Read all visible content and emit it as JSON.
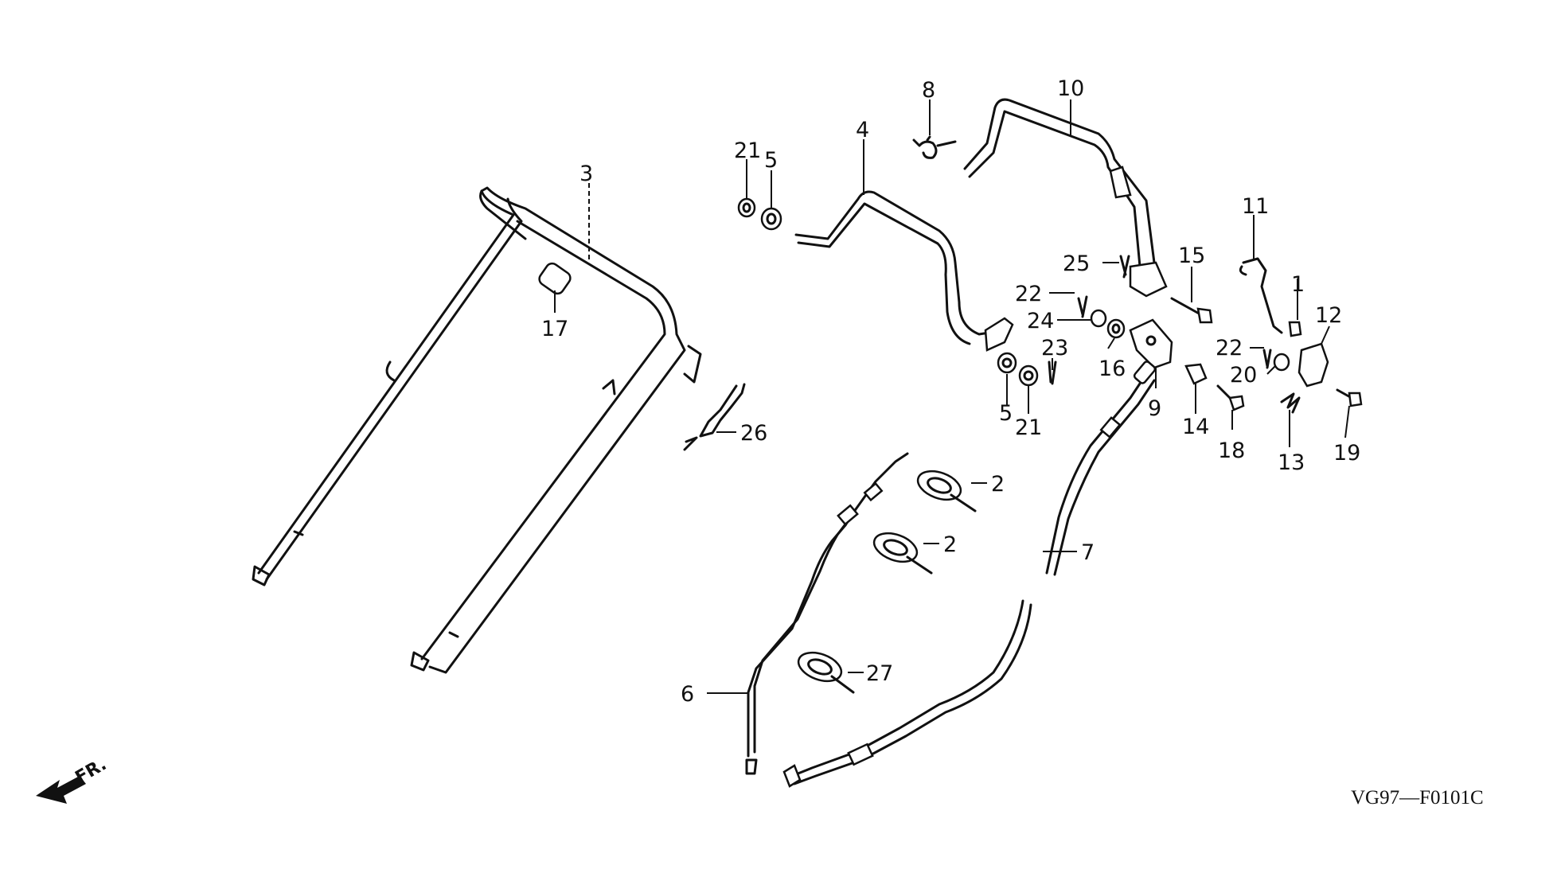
{
  "diagram_code": "VG97—F0101C",
  "front_marker": "FR.",
  "callouts": {
    "c1": "1",
    "c2a": "2",
    "c2b": "2",
    "c3": "3",
    "c4": "4",
    "c5a": "5",
    "c5b": "5",
    "c6": "6",
    "c7": "7",
    "c8": "8",
    "c9": "9",
    "c10": "10",
    "c11": "11",
    "c12": "12",
    "c13": "13",
    "c14": "14",
    "c15": "15",
    "c16": "16",
    "c17": "17",
    "c18": "18",
    "c19": "19",
    "c20": "20",
    "c21a": "21",
    "c21b": "21",
    "c22a": "22",
    "c22b": "22",
    "c23": "23",
    "c24": "24",
    "c25": "25",
    "c26": "26",
    "c27": "27"
  }
}
